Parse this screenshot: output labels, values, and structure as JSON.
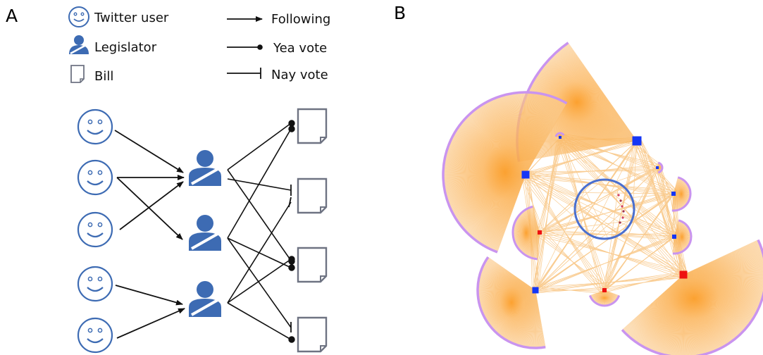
{
  "panel_a": {
    "label": "A",
    "legend": {
      "twitter_user": "Twitter user",
      "legislator": "Legislator",
      "bill": "Bill",
      "following": "Following",
      "yea_vote": "Yea vote",
      "nay_vote": "Nay vote"
    },
    "node_counts": {
      "twitter_users": 5,
      "legislators": 3,
      "bills": 4
    },
    "colors": {
      "node_blue": "#3d6bb3",
      "bill_gray": "#6e7382",
      "edge": "#111111"
    }
  },
  "panel_b": {
    "label": "B",
    "colors": {
      "fan_fill": "#fde3c2",
      "fan_line": "#f7a43a",
      "fan_core": "#ff9800",
      "rim": "#c994ef",
      "democrat_node": "#1536f5",
      "republican_node": "#ee1111",
      "inter_edge": "#f8c27c",
      "center_ring": "#4a6fcf"
    }
  }
}
